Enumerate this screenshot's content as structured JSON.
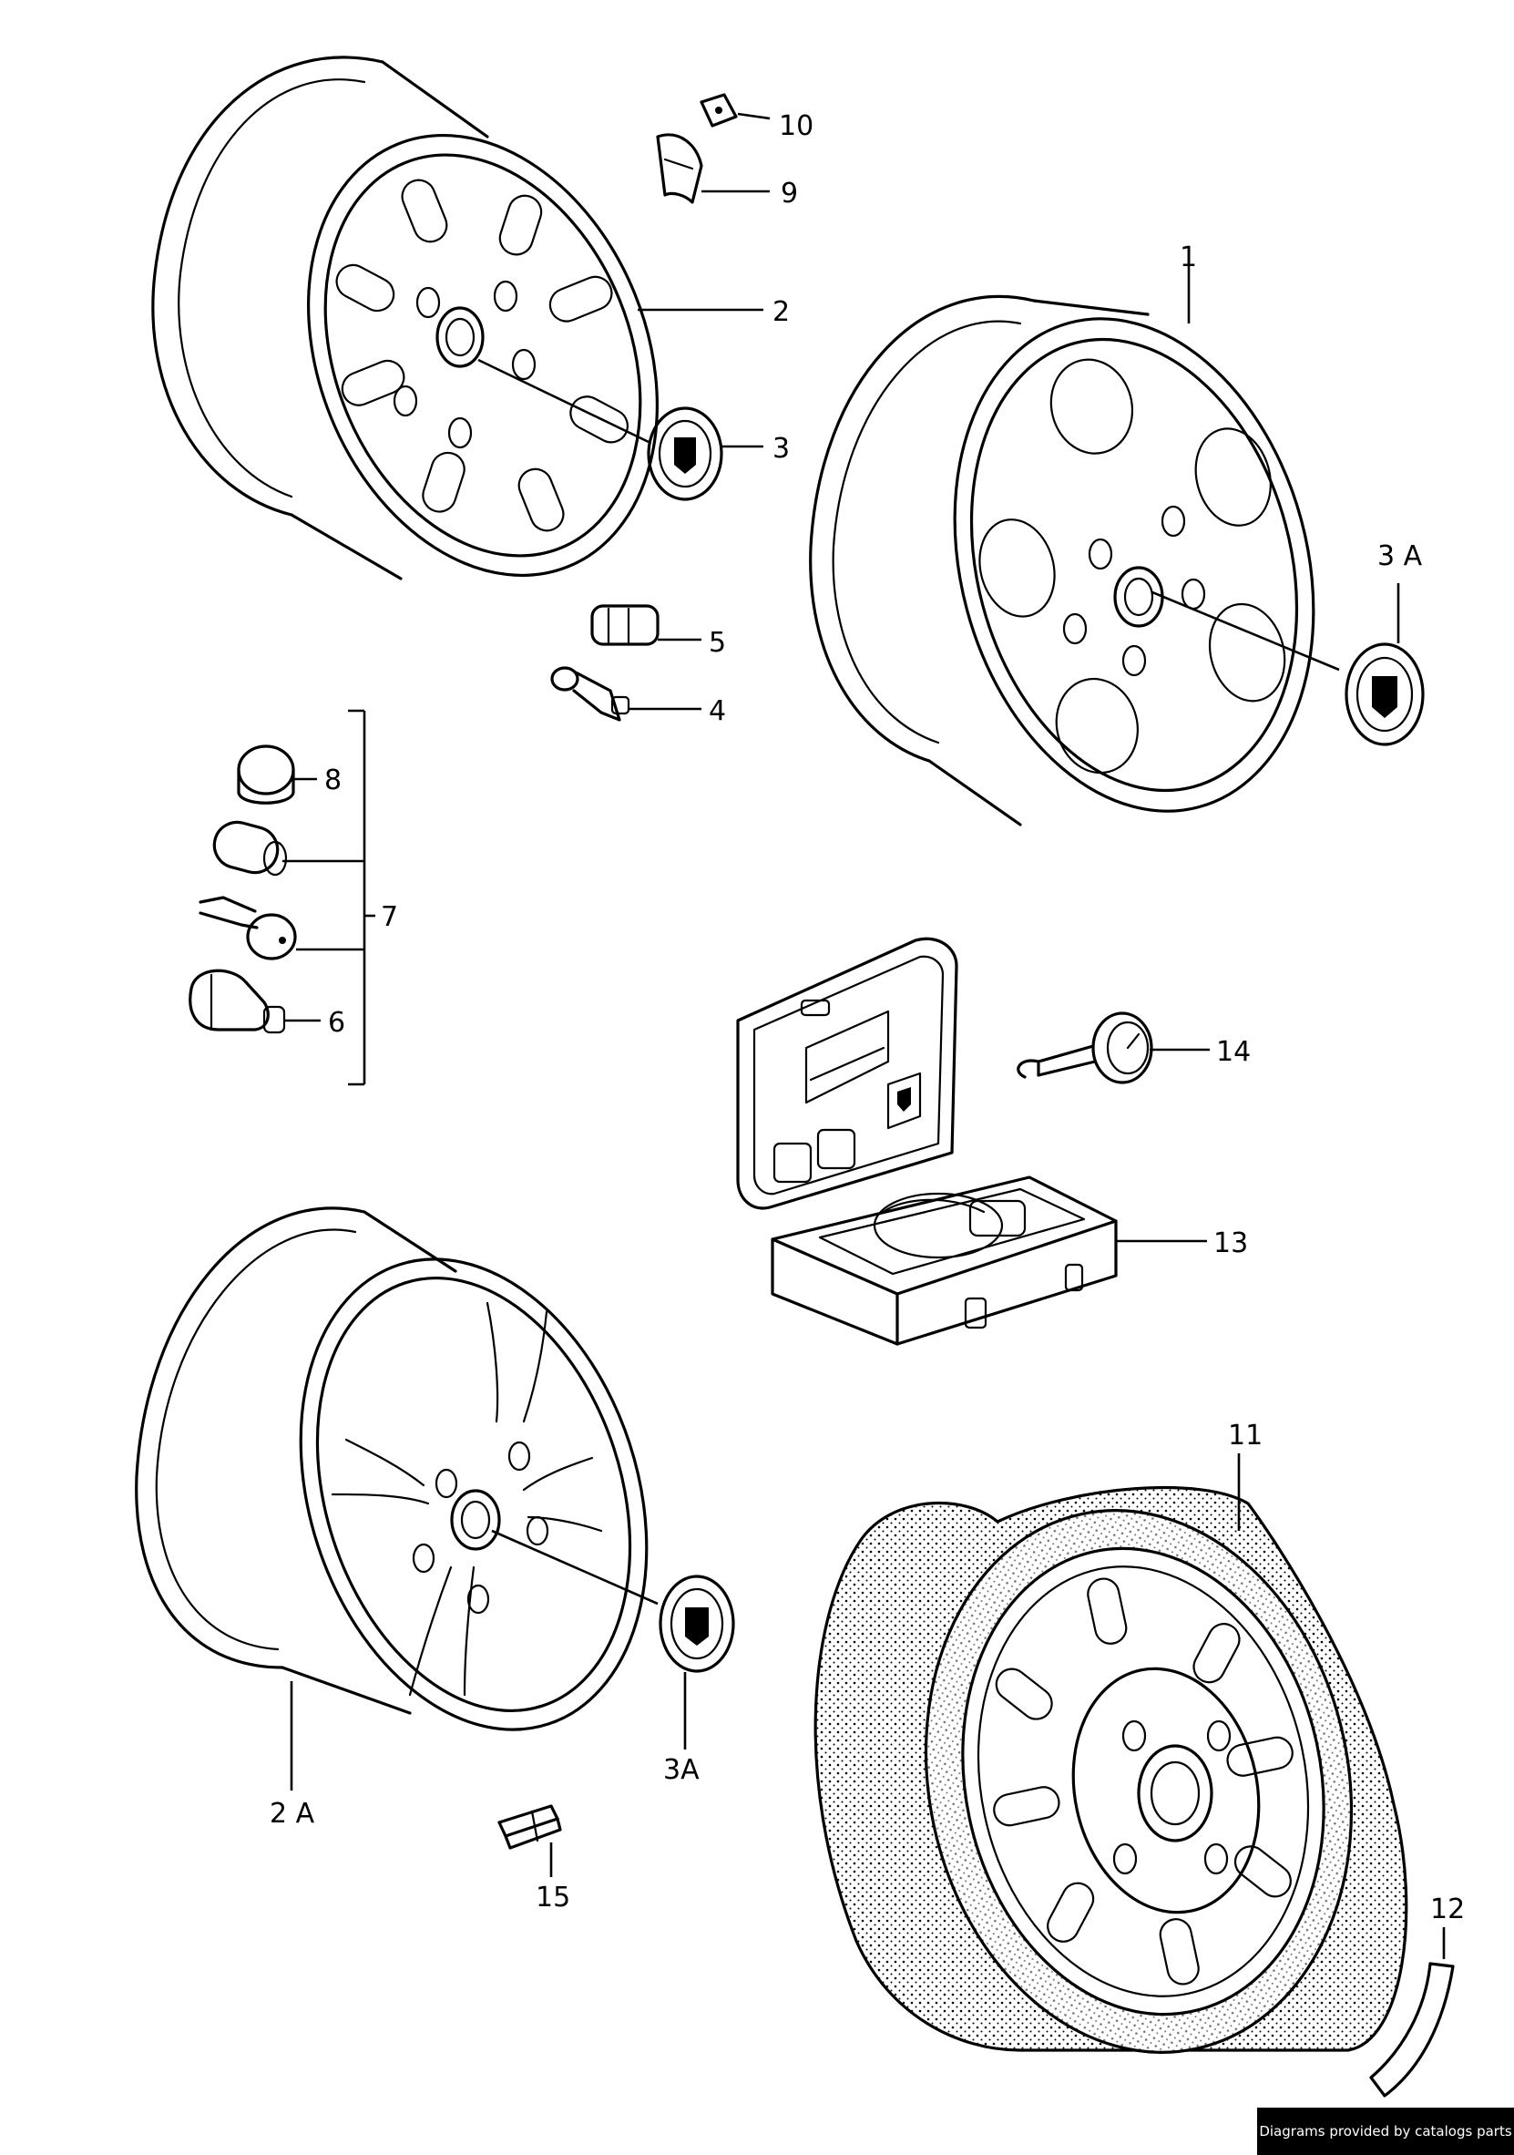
{
  "callouts": {
    "c1": "1",
    "c2": "2",
    "c2a": "2 A",
    "c3": "3",
    "c3a_top": "3 A",
    "c3a_bottom": "3A",
    "c4": "4",
    "c5": "5",
    "c6": "6",
    "c7": "7",
    "c8": "8",
    "c9": "9",
    "c10": "10",
    "c11": "11",
    "c12": "12",
    "c13": "13",
    "c14": "14",
    "c15": "15"
  },
  "credit": "Diagrams provided by catalogs parts"
}
